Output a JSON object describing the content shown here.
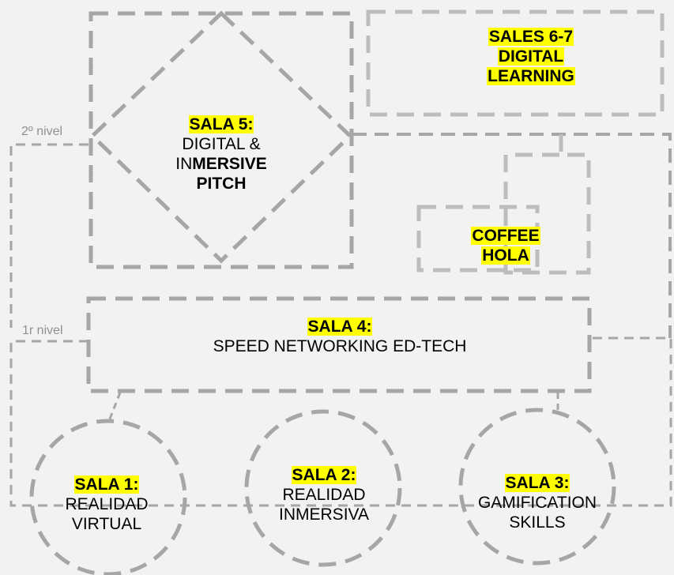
{
  "levels": {
    "second": "2º nivel",
    "first": "1r nivel"
  },
  "rooms": {
    "sala5": {
      "title": "SALA 5:",
      "line1": "DIGITAL &",
      "line2_pre": "IN",
      "line2_bold": "MERSIVE",
      "line3": "PITCH"
    },
    "sales67": {
      "line1": "SALES 6-7",
      "line2": "DIGITAL",
      "line3": "LEARNING"
    },
    "coffee": {
      "line1": "COFFEE",
      "line2": "HOLA"
    },
    "sala4": {
      "title": "SALA 4:",
      "subtitle": "SPEED NETWORKING ED-TECH"
    },
    "sala1": {
      "title": "SALA 1:",
      "line1": "REALIDAD",
      "line2": "VIRTUAL"
    },
    "sala2": {
      "title": "SALA 2:",
      "line1": "REALIDAD",
      "line2": "INMERSIVA"
    },
    "sala3": {
      "title": "SALA 3:",
      "line1": "GAMIFICATION",
      "line2": "SKILLS"
    }
  },
  "colors": {
    "background": "#f2f2f2",
    "dark_dash": "#a6a6a6",
    "light_dash": "#bdbdbd",
    "highlight": "#ffff00"
  }
}
